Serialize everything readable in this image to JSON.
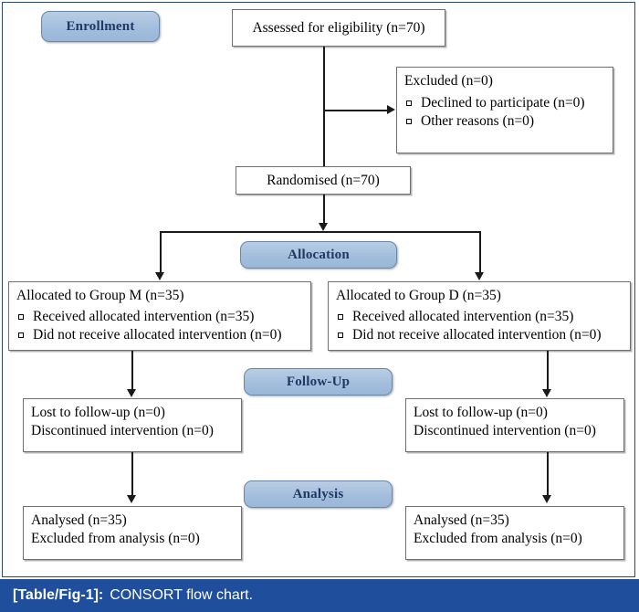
{
  "figure": {
    "caption_tag": "[Table/Fig-1]:",
    "caption_text": "CONSORT flow chart.",
    "accent_color": "#1f4e9c",
    "pill_color": "#a3bedd",
    "pill_text_color": "#1f3864",
    "box_border_color": "#6f6f6f",
    "connector_color": "#1a1a1a",
    "frame_color": "#2c4a6b"
  },
  "stages": {
    "enrollment": "Enrollment",
    "allocation": "Allocation",
    "followup": "Follow-Up",
    "analysis": "Analysis"
  },
  "nodes": {
    "assessed": {
      "text": "Assessed for eligibility (n=70)"
    },
    "excluded": {
      "title": "Excluded (n=0)",
      "items": [
        "Declined to participate (n=0)",
        "Other reasons (n=0)"
      ]
    },
    "randomised": {
      "text": "Randomised (n=70)"
    },
    "allocated_left": {
      "title": "Allocated to Group M (n=35)",
      "items": [
        "Received allocated intervention (n=35)",
        "Did not receive allocated intervention (n=0)"
      ]
    },
    "allocated_right": {
      "title": "Allocated to Group D (n=35)",
      "items": [
        "Received allocated intervention (n=35)",
        "Did not receive allocated intervention (n=0)"
      ]
    },
    "followup_left": {
      "line1": "Lost to follow-up (n=0)",
      "line2": "Discontinued intervention (n=0)"
    },
    "followup_right": {
      "line1": "Lost to follow-up (n=0)",
      "line2": "Discontinued intervention (n=0)"
    },
    "analysis_left": {
      "line1": "Analysed (n=35)",
      "line2": "Excluded from analysis (n=0)"
    },
    "analysis_right": {
      "line1": "Analysed (n=35)",
      "line2": "Excluded from analysis (n=0)"
    }
  }
}
